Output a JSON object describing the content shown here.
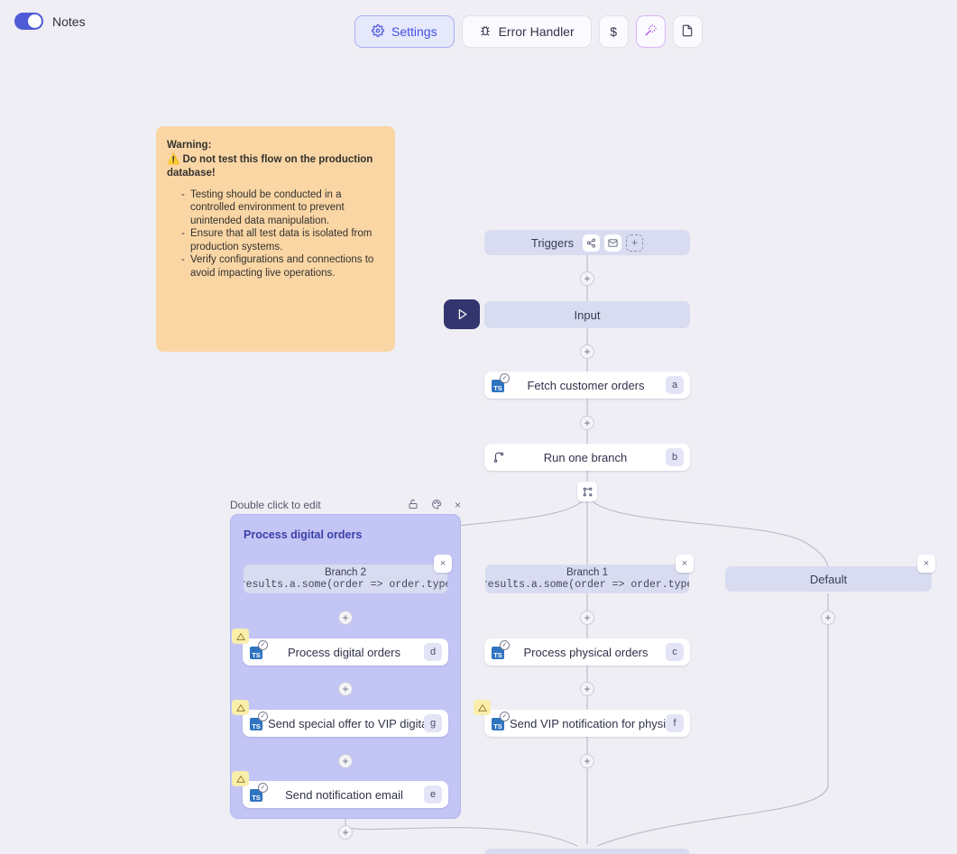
{
  "topbar": {
    "notes_label": "Notes",
    "notes_toggle_on": true,
    "settings_label": "Settings",
    "error_handler_label": "Error Handler",
    "cost_label": "$",
    "magic_label": "",
    "doc_label": "",
    "icons": {
      "settings": "gear-icon",
      "error_handler": "bug-icon",
      "cost": "dollar-icon",
      "magic": "magic-wand-icon",
      "doc": "document-icon"
    }
  },
  "note": {
    "title_line1": "Warning:",
    "title_line2": "⚠️ Do not test this flow on the production database!",
    "items": [
      "Testing should be conducted in a controlled environment to prevent unintended data manipulation.",
      "Ensure that all test data is isolated from production systems.",
      "Verify configurations and connections to avoid impacting live operations."
    ],
    "color": "#fad6a5"
  },
  "flow": {
    "triggers": {
      "label": "Triggers",
      "icon_1": "webhook-icon",
      "icon_2": "email-icon",
      "add": "+"
    },
    "input": {
      "label": "Input",
      "run_icon": "play-icon"
    },
    "fetch": {
      "label": "Fetch customer orders",
      "tag": "a"
    },
    "run_one_branch": {
      "label": "Run one branch",
      "tag": "b",
      "icon": "git-branch-icon"
    },
    "merge_icon": "branch-split-icon",
    "plus": "+",
    "close": "×"
  },
  "group": {
    "hint": "Double click to edit",
    "title": "Process digital orders",
    "icons": {
      "lock": "unlock-icon",
      "palette": "palette-icon",
      "close": "close-icon"
    }
  },
  "branches": [
    {
      "name": "Branch 2",
      "condition": "results.a.some(order => order.type",
      "nodes": [
        {
          "label": "Process digital orders",
          "tag": "d",
          "warning": true
        },
        {
          "label": "Send special offer to VIP digital c...",
          "tag": "g",
          "warning": true
        },
        {
          "label": "Send notification email",
          "tag": "e",
          "warning": true
        }
      ]
    },
    {
      "name": "Branch 1",
      "condition": "results.a.some(order => order.type",
      "nodes": [
        {
          "label": "Process physical orders",
          "tag": "c",
          "warning": false
        },
        {
          "label": "Send VIP notification for physical...",
          "tag": "f",
          "warning": true
        }
      ]
    },
    {
      "name": "Default",
      "condition": "",
      "nodes": []
    }
  ],
  "colors": {
    "canvas_bg": "#eeeef4",
    "accent": "#4f5bd5",
    "pill_bg": "#d9dcf0",
    "group_bg": "#c3c5f5",
    "note_bg": "#fad6a5",
    "play_bg": "#33356e",
    "warning_badge": "#faeeab"
  }
}
